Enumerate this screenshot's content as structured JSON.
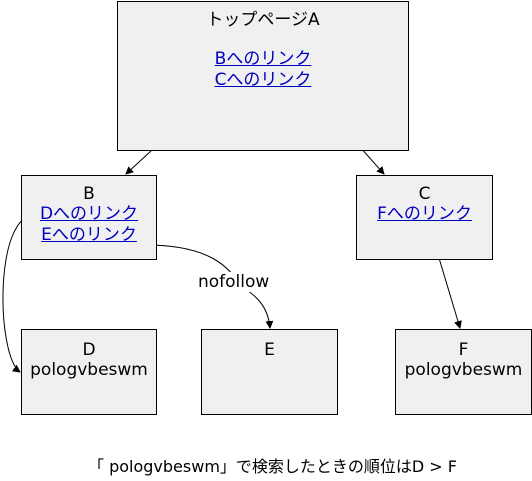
{
  "top_page": {
    "title": "トップページA",
    "links": [
      "Bへのリンク",
      "Cへのリンク"
    ]
  },
  "page_b": {
    "title": "B",
    "links": [
      "Dへのリンク",
      "Eへのリンク"
    ]
  },
  "page_c": {
    "title": "C",
    "links": [
      "Fへのリンク"
    ]
  },
  "page_d": {
    "title": "D",
    "keyword": "pologvbeswm"
  },
  "page_e": {
    "title": "E"
  },
  "page_f": {
    "title": "F",
    "keyword": "pologvbeswm"
  },
  "edge_label": "nofollow",
  "caption": "「 pologvbeswm」で検索したときの順位はD > F",
  "colors": {
    "box_fill": "#f0f0f0",
    "link": "#0000c0",
    "border": "#000000"
  }
}
